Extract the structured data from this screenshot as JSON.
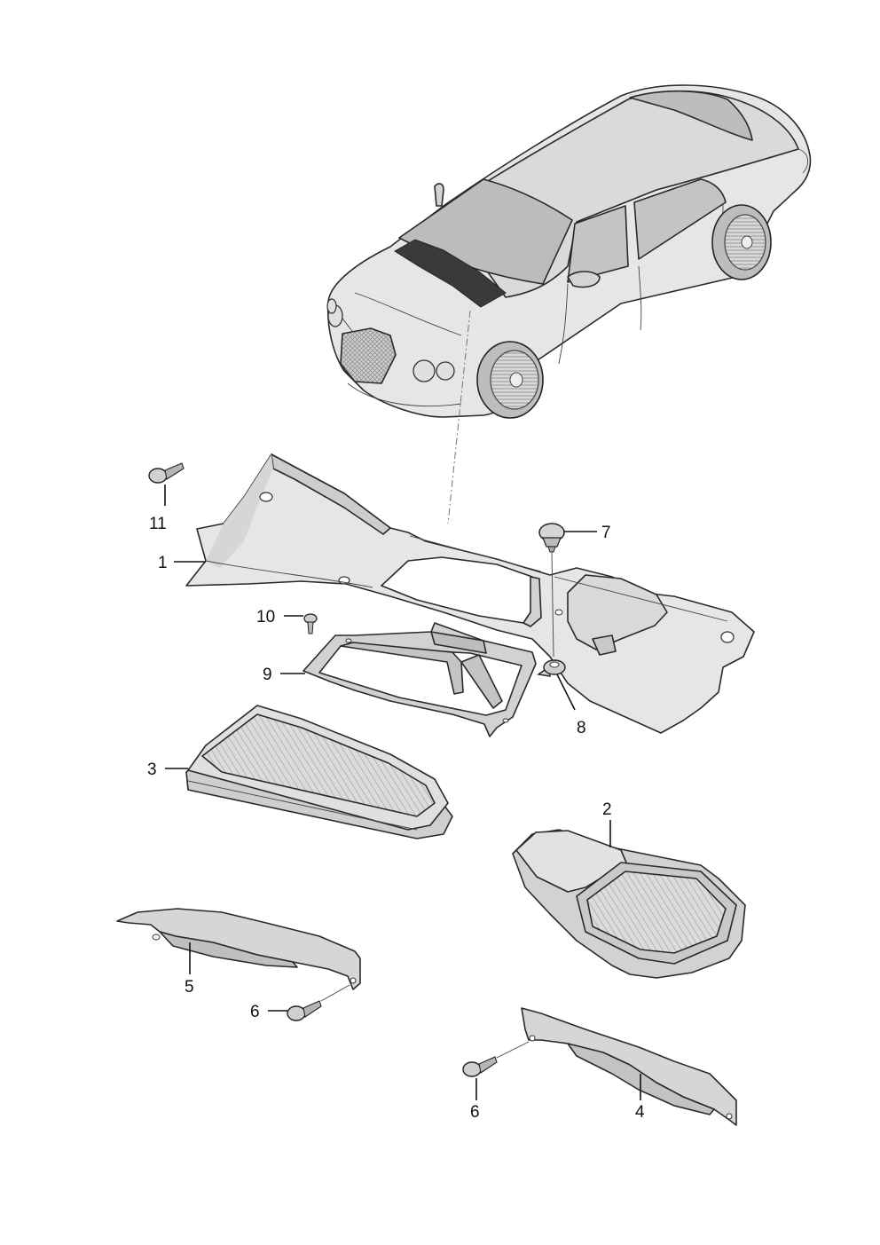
{
  "colors": {
    "part_fill": "#e4e4e4",
    "part_shade": "#c9c9c9",
    "part_dark": "#a8a8a8",
    "highlight": "#3a3a3a",
    "outline": "#2a2a2a"
  },
  "callouts": [
    {
      "id": "11",
      "label": "11"
    },
    {
      "id": "1",
      "label": "1"
    },
    {
      "id": "7",
      "label": "7"
    },
    {
      "id": "10",
      "label": "10"
    },
    {
      "id": "9",
      "label": "9"
    },
    {
      "id": "8",
      "label": "8"
    },
    {
      "id": "3",
      "label": "3"
    },
    {
      "id": "2",
      "label": "2"
    },
    {
      "id": "5",
      "label": "5"
    },
    {
      "id": "6a",
      "label": "6"
    },
    {
      "id": "6b",
      "label": "6"
    },
    {
      "id": "4",
      "label": "4"
    }
  ]
}
